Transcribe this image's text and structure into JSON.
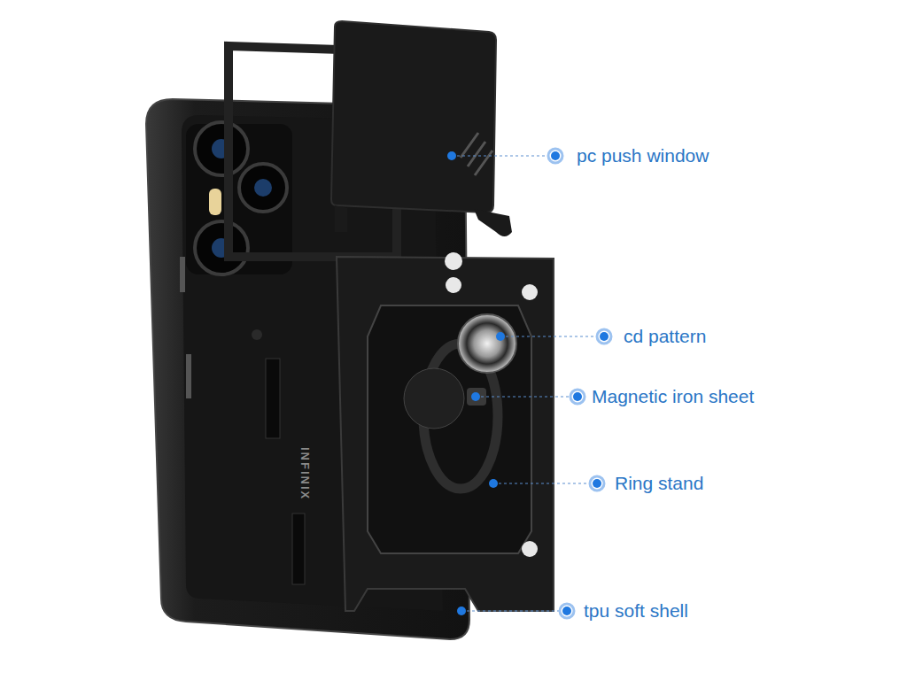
{
  "diagram": {
    "labels": [
      "pc push window",
      "cd pattern",
      "Magnetic iron sheet",
      "Ring stand",
      "tpu soft shell",
      "INFINIX"
    ]
  }
}
